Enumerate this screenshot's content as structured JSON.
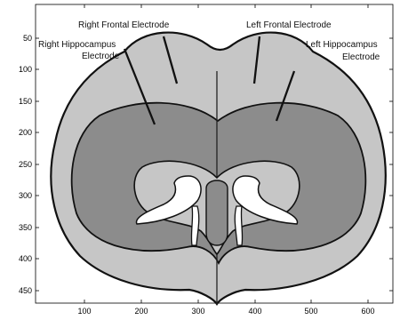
{
  "figure": {
    "labels": {
      "right_frontal": "Right Frontal Electrode",
      "left_frontal": "Left Frontal Electrode",
      "right_hippocampus_line1": "Right Hippocampus",
      "right_hippocampus_line2": "Electrode",
      "left_hippocampus_line1": "Left Hippocampus",
      "left_hippocampus_line2": "Electrode"
    },
    "colors": {
      "outer_tissue": "#c6c6c6",
      "inner_tissue": "#8c8c8c",
      "ventricle": "#ffffff",
      "outline": "#111111"
    }
  },
  "axes": {
    "x_ticks": [
      "100",
      "200",
      "300",
      "400",
      "500",
      "600"
    ],
    "y_ticks": [
      "50",
      "100",
      "150",
      "200",
      "250",
      "300",
      "350",
      "400",
      "450"
    ]
  }
}
